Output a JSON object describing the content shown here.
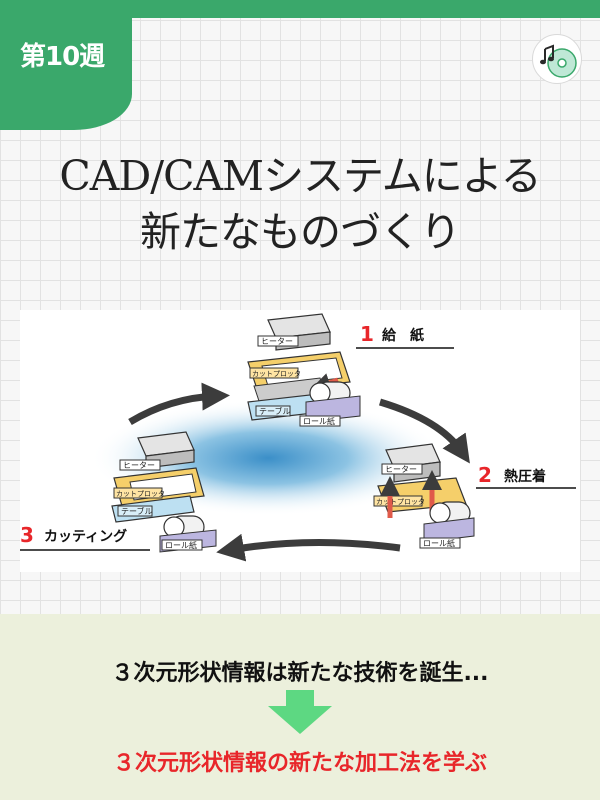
{
  "header": {
    "week_label": "第10週"
  },
  "title": {
    "line1": "CAD/CAMシステムによる",
    "line2": "新たなものづくり"
  },
  "diagram": {
    "steps": [
      {
        "number": "1",
        "label": "給　紙"
      },
      {
        "number": "2",
        "label": "熱圧着"
      },
      {
        "number": "3",
        "label": "カッティング"
      }
    ],
    "parts": {
      "heater": "ヒーター",
      "cutter": "カットプロッタ",
      "table": "テーブル",
      "roll": "ロール紙"
    }
  },
  "statement": "３次元形状情報は新たな技術を誕生...",
  "conclusion": "３次元形状情報の新たな加工法を学ぶ",
  "colors": {
    "brand_green": "#3aa86b",
    "accent_red": "#e8262a",
    "arrow_green": "#5dd882",
    "band_bg": "#ecf0dc"
  }
}
